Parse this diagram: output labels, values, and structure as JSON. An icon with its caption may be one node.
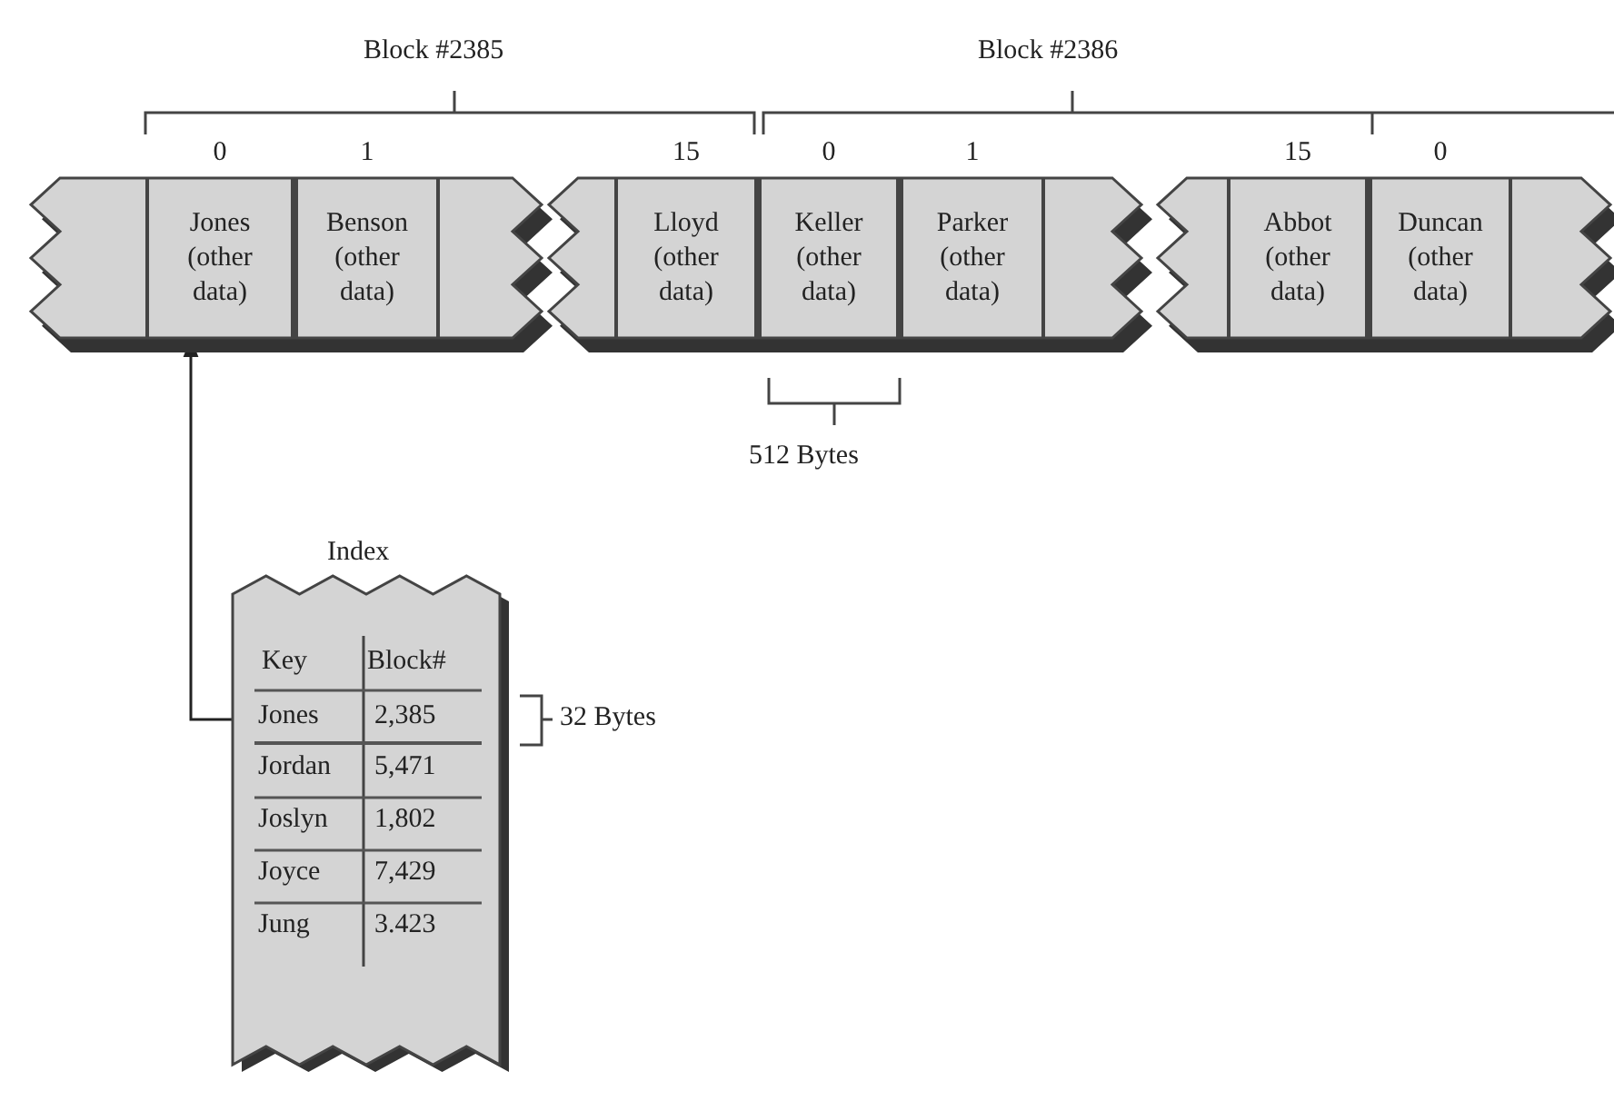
{
  "diagram": {
    "nodes": [
      {
        "text": [],
        "shape": "bar"
      },
      {
        "text": [
          "Jones (other data)"
        ],
        "in": 0,
        "beside": [
          "0"
        ]
      },
      {
        "text": [
          "Benson (other data)"
        ],
        "in": 0,
        "beside": [
          "1"
        ]
      },
      {
        "text": [],
        "shape": "bar"
      },
      {
        "text": [
          "Lloyd (other data)"
        ],
        "in": 3,
        "beside": [
          "15"
        ]
      },
      {
        "text": [
          "Keller (other data)"
        ],
        "in": 3,
        "beside": [
          "0"
        ]
      },
      {
        "text": [
          "Parker (other data)"
        ],
        "in": 3,
        "beside": [
          "1"
        ]
      },
      {
        "text": [],
        "shape": "bar"
      },
      {
        "text": [
          "Abbot (other data)"
        ],
        "in": 7,
        "beside": [
          "15"
        ]
      },
      {
        "text": [
          "Duncan (other data)"
        ],
        "in": 7,
        "beside": [
          "0"
        ]
      },
      {
        "text": [
          "Index"
        ]
      },
      {
        "text": [
          "Jones",
          "2,385"
        ],
        "in": 10
      }
    ],
    "edges": [
      {
        "from": 11,
        "to": 1,
        "arrow": "to"
      }
    ],
    "labels": [
      "Block #2385",
      "Block #2386",
      "512 Bytes",
      "Key",
      "Block#",
      "32 Bytes",
      "Jordan",
      "5,471",
      "Joslyn",
      "1,802",
      "Joyce",
      "7,429",
      "Jung",
      "3.423"
    ]
  }
}
